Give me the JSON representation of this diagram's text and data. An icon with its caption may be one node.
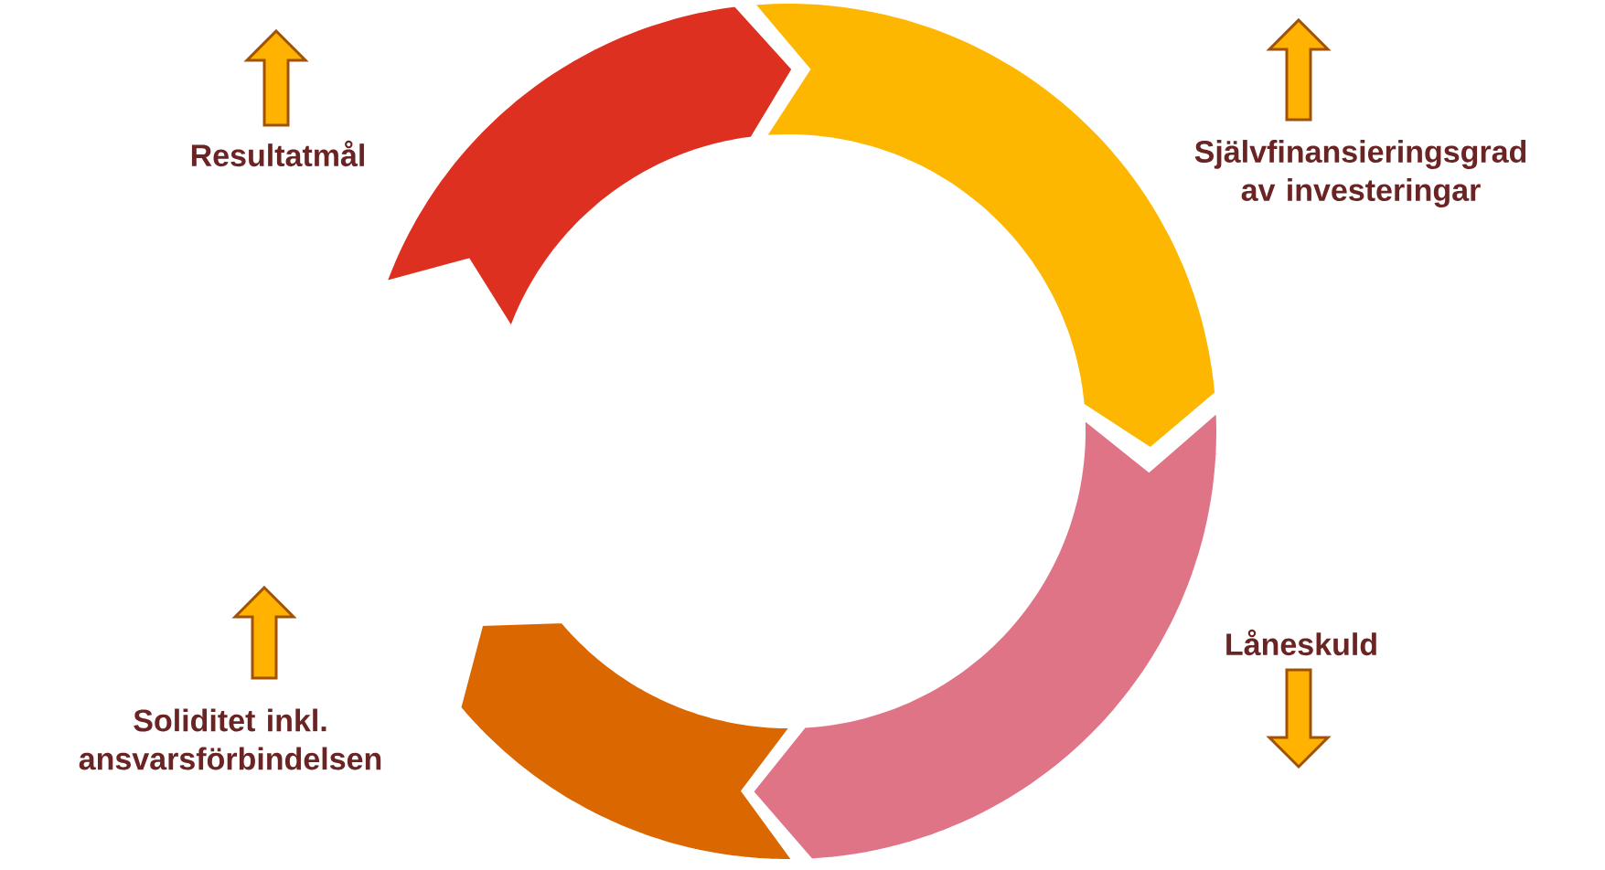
{
  "diagram": {
    "labels": [
      "Resultatmål",
      "Självfinansieringsgrad av investeringar",
      "Låneskuld",
      "Soliditet inkl. ansvarsförbindelsen"
    ]
  }
}
